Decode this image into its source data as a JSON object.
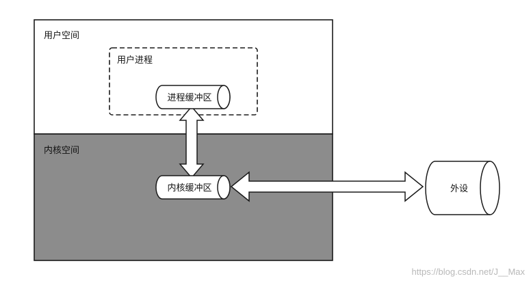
{
  "user_space": {
    "label": "用户空间"
  },
  "user_process": {
    "label": "用户进程"
  },
  "process_buffer": {
    "label": "进程缓冲区"
  },
  "kernel_space": {
    "label": "内核空间"
  },
  "kernel_buffer": {
    "label": "内核缓冲区"
  },
  "peripheral": {
    "label": "外设"
  },
  "watermark": "https://blog.csdn.net/J__Max",
  "colors": {
    "kernel_fill": "#8c8c8c",
    "user_fill": "#ffffff",
    "stroke": "#1a1a1a",
    "arrow_fill": "#ffffff"
  }
}
